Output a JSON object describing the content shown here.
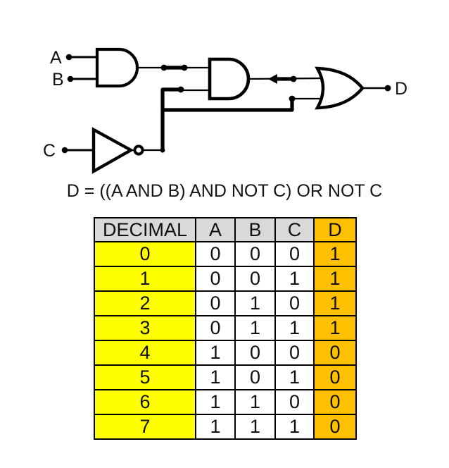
{
  "circuit": {
    "labels": {
      "input_a": "A",
      "input_b": "B",
      "input_c": "C",
      "output_d": "D"
    },
    "gates": [
      {
        "name": "and-gate-1",
        "type": "AND"
      },
      {
        "name": "and-gate-2",
        "type": "AND"
      },
      {
        "name": "not-gate",
        "type": "NOT"
      },
      {
        "name": "or-gate",
        "type": "OR"
      }
    ],
    "wire_color": "#000000"
  },
  "formula": "D = ((A AND B) AND NOT C) OR NOT C",
  "truth_table": {
    "headers": [
      "DECIMAL",
      "A",
      "B",
      "C",
      "D"
    ],
    "rows": [
      {
        "decimal": "0",
        "a": "0",
        "b": "0",
        "c": "0",
        "d": "1"
      },
      {
        "decimal": "1",
        "a": "0",
        "b": "0",
        "c": "1",
        "d": "1"
      },
      {
        "decimal": "2",
        "a": "0",
        "b": "1",
        "c": "0",
        "d": "1"
      },
      {
        "decimal": "3",
        "a": "0",
        "b": "1",
        "c": "1",
        "d": "1"
      },
      {
        "decimal": "4",
        "a": "1",
        "b": "0",
        "c": "0",
        "d": "0"
      },
      {
        "decimal": "5",
        "a": "1",
        "b": "0",
        "c": "1",
        "d": "0"
      },
      {
        "decimal": "6",
        "a": "1",
        "b": "1",
        "c": "0",
        "d": "0"
      },
      {
        "decimal": "7",
        "a": "1",
        "b": "1",
        "c": "1",
        "d": "0"
      }
    ]
  },
  "colors": {
    "header_bg": "#d9d9d9",
    "decimal_col_bg": "#ffff00",
    "d_col_bg": "#ffc000",
    "wire": "#000000",
    "background": "#ffffff"
  }
}
